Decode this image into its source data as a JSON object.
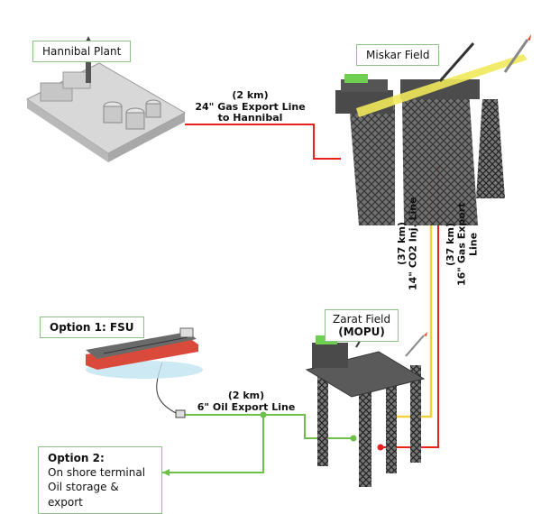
{
  "labels": {
    "hannibal_plant": "Hannibal Plant",
    "miskar_field": "Miskar Field",
    "zarat_field_l1": "Zarat Field",
    "zarat_field_l2": "(MOPU)",
    "option1": "Option 1: FSU",
    "option2_title": "Option 2:",
    "option2_l1": "On shore terminal",
    "option2_l2": "Oil storage & export"
  },
  "lines": {
    "hannibal_dist": "(2 km)",
    "hannibal_l1": "24\" Gas Export Line",
    "hannibal_l2": "to Hannibal",
    "co2_l1": "(37 km)",
    "co2_l2": "14\" CO2 Inj. Line",
    "gas16_l1": "(37 km)",
    "gas16_l2": "16\" Gas Export Line",
    "oil_dist": "(2 km)",
    "oil_l1": "6\" Oil Export Line"
  },
  "colors": {
    "gas_line": "#e8211f",
    "co2_line": "#f2d23a",
    "oil_line": "#6fbf4c",
    "box_border": "#8cc084",
    "ship_hull": "#d94a3a",
    "structure": "#3a3a3a"
  }
}
